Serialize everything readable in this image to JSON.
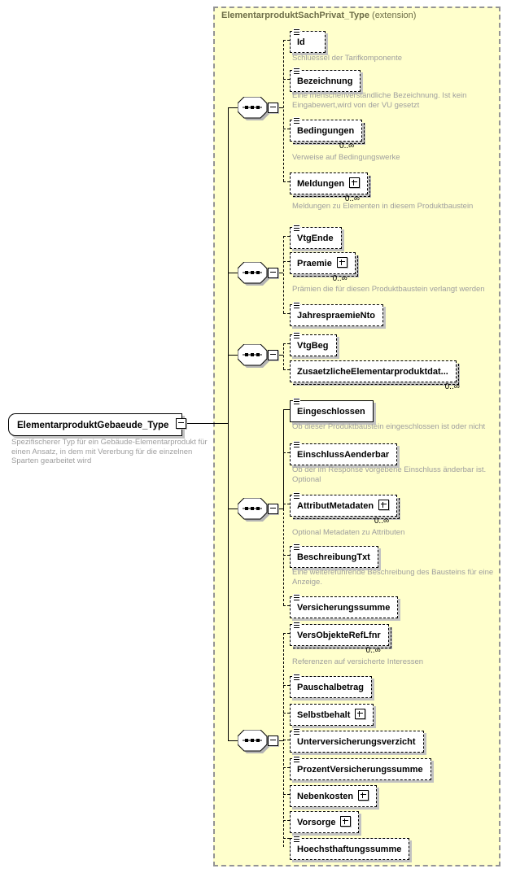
{
  "panel": {
    "title": "ElementarproduktSachPrivat_Type",
    "title_suffix": " (extension)"
  },
  "root": {
    "label": "ElementarproduktGebaeude_Type",
    "annotation": "Spezifischerer Typ für ein Gebäude-Elementarprodukt für einen Ansatz, in dem mit Vererbung für die einzelnen Sparten gearbeitet wird"
  },
  "nodes": [
    {
      "label": "Id",
      "annotation": "Schluessel der Tarifkomponente"
    },
    {
      "label": "Bezeichnung",
      "annotation": "Eine menschenverständliche Bezeichnung. Ist kein Eingabewert,wird von der VU gesetzt"
    },
    {
      "label": "Bedingungen",
      "occurs": "0..∞",
      "annotation": "Verweise auf Bedingungswerke"
    },
    {
      "label": "Meldungen",
      "occurs": "0..∞",
      "annotation": "Meldungen zu Elementen in diesem Produktbaustein"
    },
    {
      "label": "VtgEnde"
    },
    {
      "label": "Praemie",
      "occurs": "0..∞",
      "annotation": "Prämien die für diesen Produktbaustein verlangt werden"
    },
    {
      "label": "JahrespraemieNto"
    },
    {
      "label": "VtgBeg"
    },
    {
      "label": "ZusaetzlicheElementarproduktdat...",
      "occurs": "0..∞"
    },
    {
      "label": "Eingeschlossen",
      "annotation": "Ob dieser Produktbaustein eingeschlossen ist oder nicht"
    },
    {
      "label": "EinschlussAenderbar",
      "annotation": "Ob der im Response vorgebene Einschluss änderbar ist. Optional"
    },
    {
      "label": "AttributMetadaten",
      "occurs": "0..∞",
      "annotation": "Optional Metadaten zu Attributen"
    },
    {
      "label": "BeschreibungTxt",
      "annotation": "Eine weitereführende Beschreibung des Bausteins für eine Anzeige."
    },
    {
      "label": "Versicherungssumme"
    },
    {
      "label": "VersObjekteRefLfnr",
      "occurs": "0..∞",
      "annotation": "Referenzen auf versicherte Interessen"
    },
    {
      "label": "Pauschalbetrag"
    },
    {
      "label": "Selbstbehalt"
    },
    {
      "label": "Unterversicherungsverzicht"
    },
    {
      "label": "ProzentVersicherungssumme"
    },
    {
      "label": "Nebenkosten"
    },
    {
      "label": "Vorsorge"
    },
    {
      "label": "Hoechsthaftungssumme"
    }
  ]
}
